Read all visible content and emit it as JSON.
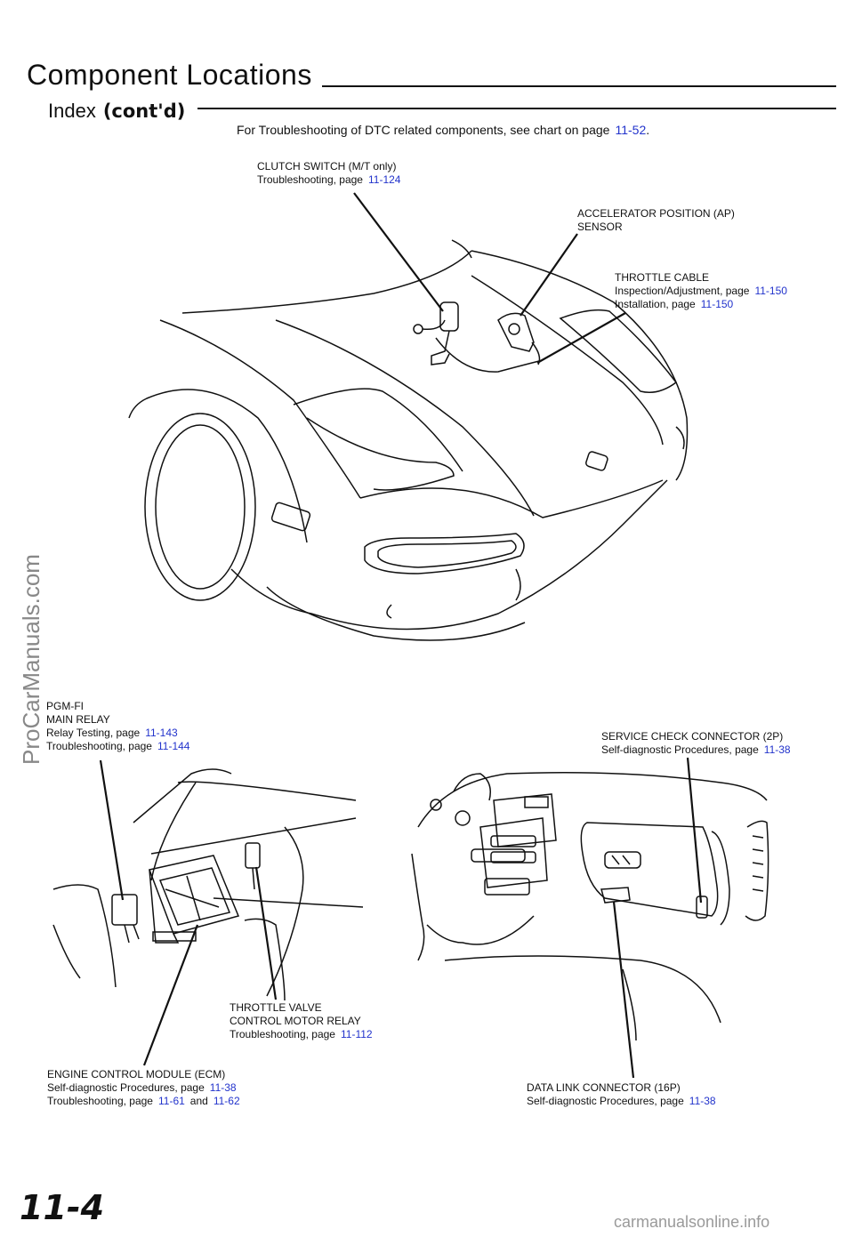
{
  "header": {
    "title": "Component Locations",
    "subtitle": "Index",
    "contd": "(cont'd)"
  },
  "note": {
    "text": "For Troubleshooting of DTC related components, see chart on page",
    "page": "11-52",
    "period": "."
  },
  "labels": {
    "clutch_switch": {
      "name": "CLUTCH SWITCH (M/T only)",
      "line1": "Troubleshooting, page",
      "page1": "11-124"
    },
    "ap_sensor": {
      "name1": "ACCELERATOR POSITION (AP)",
      "name2": "SENSOR"
    },
    "throttle_cable": {
      "name": "THROTTLE CABLE",
      "line1": "Inspection/Adjustment, page",
      "page1": "11-150",
      "line2": "Installation, page",
      "page2": "11-150"
    },
    "main_relay": {
      "name1": "PGM-FI",
      "name2": "MAIN RELAY",
      "line1": "Relay Testing, page",
      "page1": "11-143",
      "line2": "Troubleshooting, page",
      "page2": "11-144"
    },
    "service_check": {
      "name": "SERVICE CHECK CONNECTOR (2P)",
      "line1": "Self-diagnostic Procedures, page",
      "page1": "11-38"
    },
    "tvcm_relay": {
      "name1": "THROTTLE VALVE",
      "name2": "CONTROL MOTOR RELAY",
      "line1": "Troubleshooting, page",
      "page1": "11-112"
    },
    "ecm": {
      "name": "ENGINE CONTROL MODULE (ECM)",
      "line1": "Self-diagnostic Procedures, page",
      "page1": "11-38",
      "line2": "Troubleshooting, page",
      "page2a": "11-61",
      "and": "and",
      "page2b": "11-62"
    },
    "dlc": {
      "name": "DATA LINK CONNECTOR (16P)",
      "line1": "Self-diagnostic Procedures, page",
      "page1": "11-38"
    }
  },
  "page_number": "11-4",
  "watermark_side": "ProCarManuals.com",
  "watermark_footer": "carmanualsonline.info",
  "colors": {
    "link": "#2233cc",
    "ink": "#111111"
  }
}
